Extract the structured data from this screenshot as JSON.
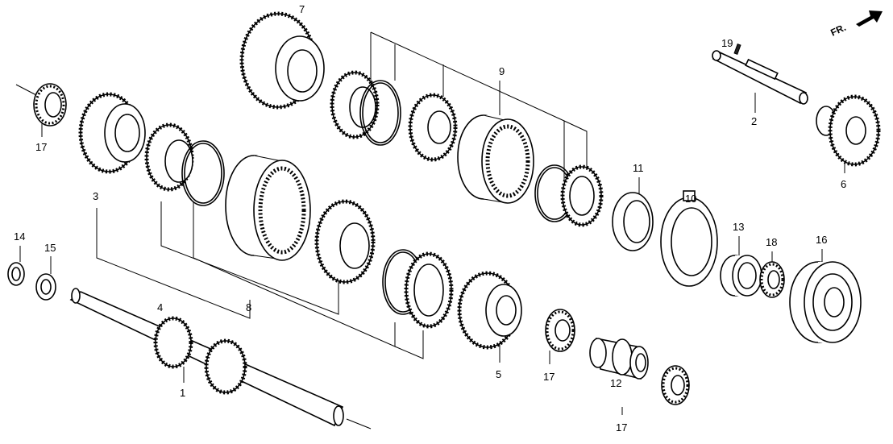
{
  "diagram": {
    "direction_marker": "FR.",
    "labels": {
      "p7": "7",
      "p9": "9",
      "p19": "19",
      "p2": "2",
      "p6": "6",
      "p17a": "17",
      "p3": "3",
      "p11": "11",
      "p10": "10",
      "p14": "14",
      "p15": "15",
      "p13": "13",
      "p18": "18",
      "p16": "16",
      "p4": "4",
      "p8": "8",
      "p1": "1",
      "p5": "5",
      "p17b": "17",
      "p12": "12",
      "p17c": "17"
    }
  }
}
